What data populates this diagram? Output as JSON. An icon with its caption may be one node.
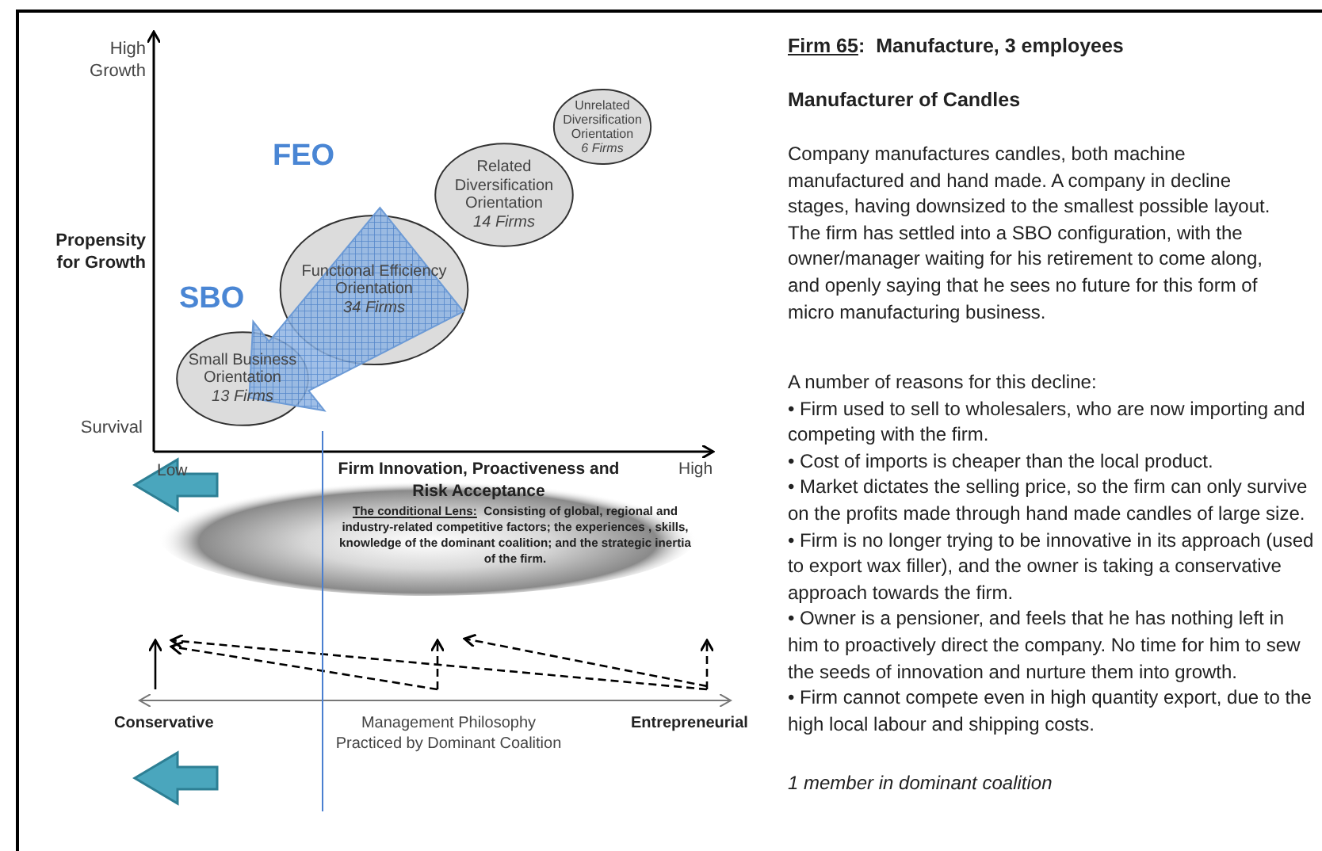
{
  "diagram": {
    "nodes": [
      {
        "text": [
          "Unrelated Diversification Orientation",
          "6 Firms"
        ]
      },
      {
        "text": [
          "Related Diversification Orientation",
          "14 Firms"
        ]
      },
      {
        "text": [
          "Functional Efficiency Orientation",
          "34 Firms"
        ]
      },
      {
        "text": [
          "Small Business Orientation",
          "13 Firms"
        ]
      },
      {
        "text": [
          "The conditional Lens:",
          "Consisting of global, regional and industry-related competitive factors; the experiences , skills, knowledge of the dominant coalition; and the strategic inertia of the firm."
        ]
      }
    ],
    "edges": [
      {
        "from": 2,
        "to": 3,
        "arrow": "to"
      }
    ],
    "labels": [
      "High Growth",
      "Propensity for Growth",
      "Survival",
      "FEO",
      "SBO",
      "Low",
      "Firm Innovation, Proactiveness and Risk Acceptance",
      "High",
      "Conservative",
      "Management Philosophy Practiced by Dominant Coalition",
      "Entrepreneurial",
      "Firm 65",
      ":  Manufacture, 3 employees",
      "Manufacturer of Candles",
      "Company manufactures candles, both machine manufactured and hand made. A company in decline stages, having downsized to the smallest possible layout. The firm has settled into a SBO configuration, with the owner/manager waiting for his retirement to come along, and openly saying that he sees no future for this form of micro manufacturing business.",
      "A number of reasons for this decline:",
      "• Firm used to sell to wholesalers, who are now importing and competing with the firm.",
      "• Cost of imports is cheaper than the local product.",
      "• Market dictates the selling price, so the firm can only survive on the profits made through hand made candles of large size.",
      "• Firm is no longer trying to be innovative in its approach (used to export wax filler), and the owner is taking a conservative approach towards the firm.",
      "• Owner is a pensioner, and feels that he has nothing left in him to proactively direct the company. No time for him to sew the seeds of innovation and nurture them into growth.",
      "• Firm cannot compete even in high quantity export, due to the high local labour and shipping costs.",
      "1 member in dominant coalition"
    ]
  }
}
